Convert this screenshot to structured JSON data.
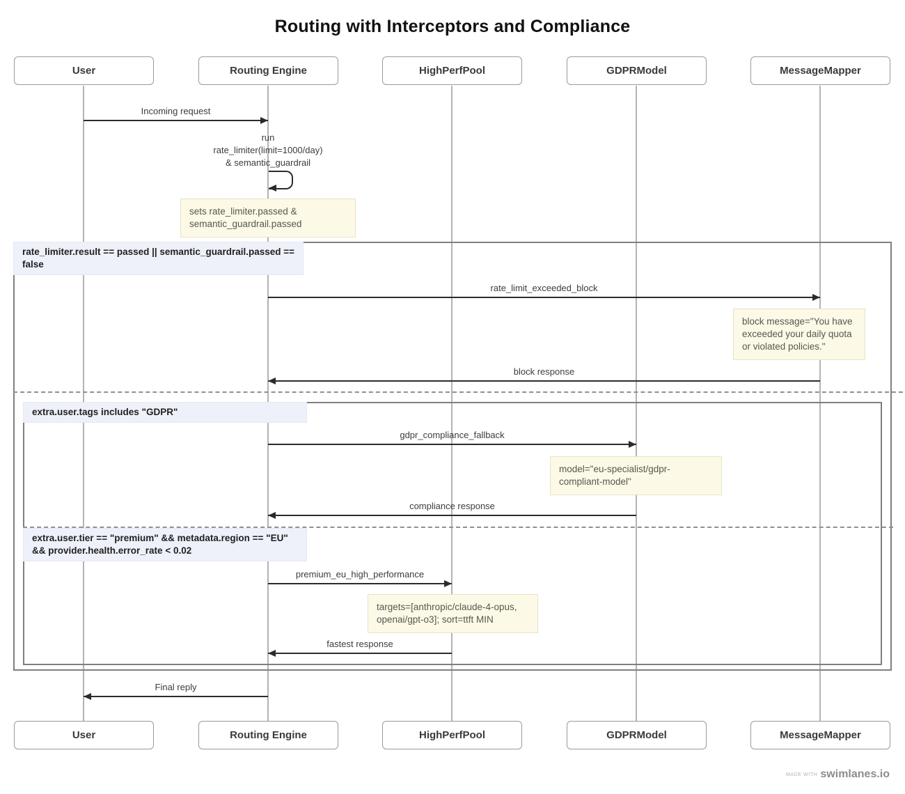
{
  "title": "Routing with Interceptors and Compliance",
  "actors": {
    "user": "User",
    "routing_engine": "Routing Engine",
    "high_perf_pool": "HighPerfPool",
    "gdpr_model": "GDPRModel",
    "message_mapper": "MessageMapper"
  },
  "messages": {
    "incoming_request": "Incoming request",
    "self_call": "run\nrate_limiter(limit=1000/day)\n& semantic_guardrail",
    "rate_limit_exceeded_block": "rate_limit_exceeded_block",
    "block_response": "block response",
    "gdpr_compliance_fallback": "gdpr_compliance_fallback",
    "compliance_response": "compliance response",
    "premium_eu_high_performance": "premium_eu_high_performance",
    "fastest_response": "fastest response",
    "final_reply": "Final reply"
  },
  "conditions": {
    "rate_limit": "rate_limiter.result == passed || semantic_guardrail.passed == false",
    "gdpr": "extra.user.tags includes \"GDPR\"",
    "premium": "extra.user.tier == \"premium\" && metadata.region == \"EU\" && provider.health.error_rate < 0.02"
  },
  "notes": {
    "interceptor_flags": "sets rate_limiter.passed & semantic_guardrail.passed",
    "block_message": "block message=\"You have exceeded your daily quota or violated policies.\"",
    "gdpr_model": "model=\"eu-specialist/gdpr-compliant-model\"",
    "targets": "targets=[anthropic/claude-4-opus, openai/gpt-o3]; sort=ttft MIN"
  },
  "footer": {
    "made_with": "made with",
    "brand": "swimlanes.io"
  },
  "colors": {
    "note_bg": "#fdf9e7",
    "note_border": "#e8e3c6",
    "condition_bg": "#eef1f9",
    "block_border": "#7f7f7f",
    "arrow": "#2b2b2b",
    "lifeline": "#b3b3b3"
  }
}
